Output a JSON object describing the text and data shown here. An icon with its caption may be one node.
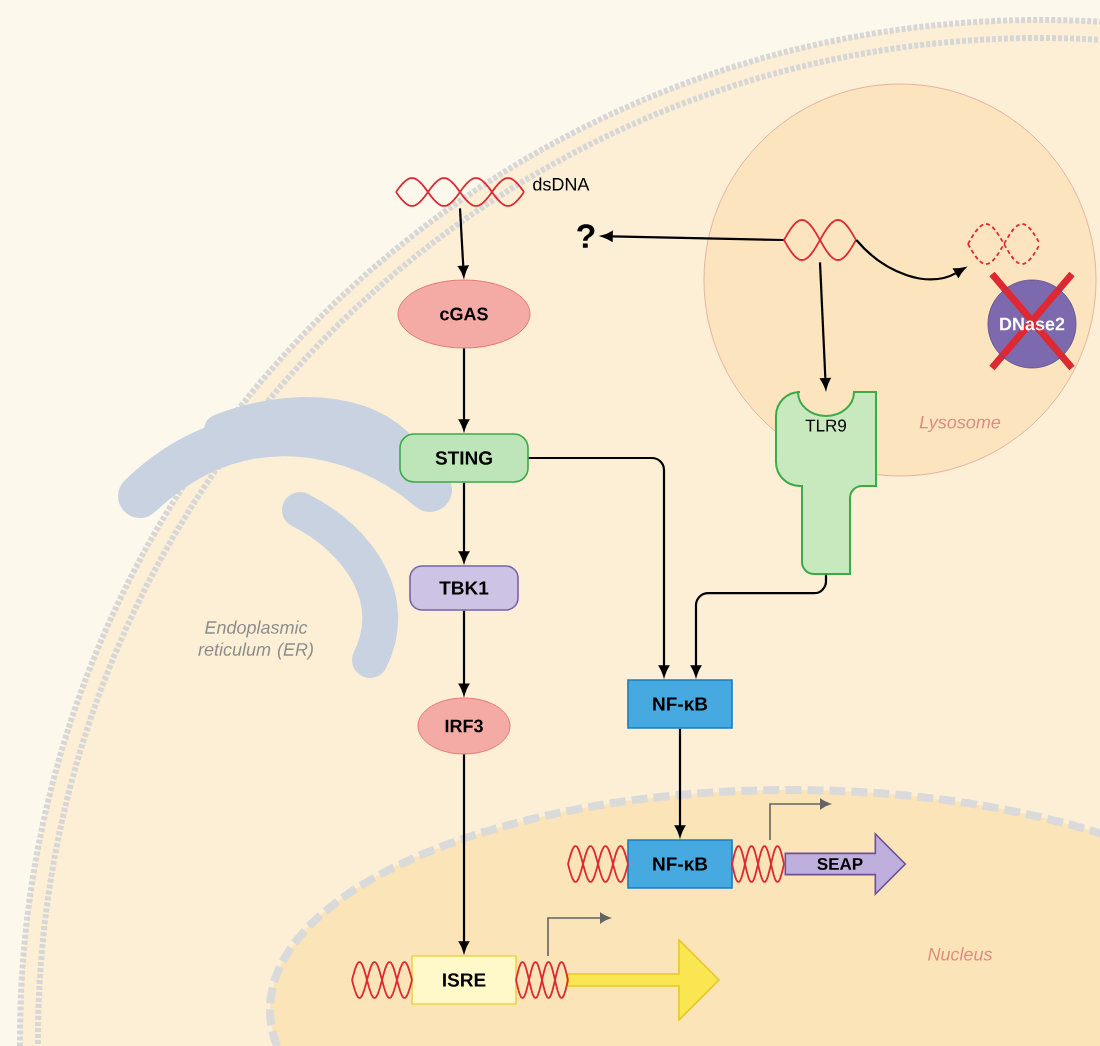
{
  "diagram": {
    "nodes": [
      {
        "text": [],
        "shape": "picture",
        "beside": [
          "dsDNA"
        ]
      },
      {
        "text": [
          "?"
        ]
      },
      {
        "text": [
          "Lysosome"
        ]
      },
      {
        "text": [],
        "shape": "picture",
        "in": 2
      },
      {
        "text": [],
        "shape": "picture",
        "in": 2
      },
      {
        "text": [
          "DNase2"
        ],
        "in": 2
      },
      {
        "text": [
          "TLR9"
        ]
      },
      {
        "text": [
          "cGAS"
        ]
      },
      {
        "text": [
          "Endoplasmic reticulum (ER)"
        ]
      },
      {
        "text": [
          "STING"
        ]
      },
      {
        "text": [
          "TBK1"
        ]
      },
      {
        "text": [
          "IRF3"
        ]
      },
      {
        "text": [
          "NF-κB"
        ]
      },
      {
        "text": [
          "Nucleus"
        ]
      },
      {
        "text": [
          "NF-κB"
        ],
        "in": 13
      },
      {
        "text": [
          "SEAP"
        ],
        "in": 13
      },
      {
        "text": [
          "ISRE"
        ],
        "in": 13
      },
      {
        "text": [],
        "shape": "arrow",
        "in": 13
      }
    ],
    "edges": [
      {
        "from": 0,
        "to": 7,
        "arrow": "to"
      },
      {
        "from": 3,
        "to": 1,
        "arrow": "to"
      },
      {
        "from": 3,
        "to": 4,
        "arrow": "to"
      },
      {
        "from": 3,
        "to": 6,
        "arrow": "to"
      },
      {
        "from": 7,
        "to": 9,
        "arrow": "to"
      },
      {
        "from": 9,
        "to": 10,
        "arrow": "to"
      },
      {
        "from": 10,
        "to": 11,
        "arrow": "to"
      },
      {
        "from": 9,
        "to": 12,
        "arrow": "to"
      },
      {
        "from": 6,
        "to": 12,
        "arrow": "to"
      },
      {
        "from": 12,
        "to": 14,
        "arrow": "to"
      },
      {
        "from": 11,
        "to": 16,
        "arrow": "to"
      }
    ]
  }
}
